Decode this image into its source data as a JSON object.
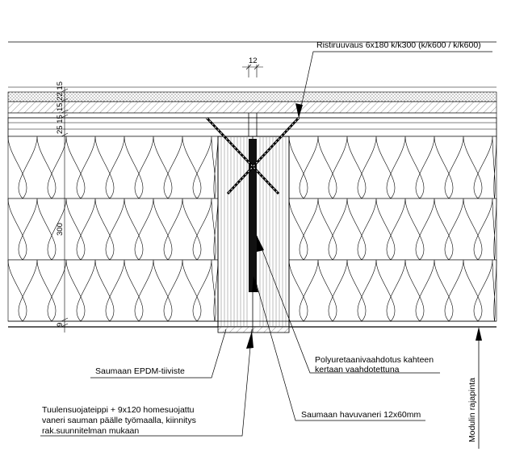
{
  "labels": {
    "screw": "Ristiruuvaus 6x180 k/k300 (k/k600 / k/k600)",
    "polyurethane_1": "Polyuretaanivaahdotus kahteen",
    "polyurethane_2": "kertaan vaahdotettuna",
    "epdm": "Saumaan EPDM-tiiviste",
    "plywood": "Saumaan havuvaneri 12x60mm",
    "tape_1": "Tuulensuojateippi + 9x120 homesuojattu",
    "tape_2": "vaneri sauman päälle työmaalla, kiinnitys",
    "tape_3": "rak.suunnitelman mukaan",
    "module_boundary": "Modulin rajapinta"
  },
  "dimensions": {
    "gap": "12",
    "top_layers": "15 22 15",
    "batten_layers": "25 15",
    "insulation": "300",
    "bottom": "9"
  },
  "colors": {
    "line": "#000000",
    "hatch_grey": "#d9d9d9",
    "background": "#ffffff"
  }
}
